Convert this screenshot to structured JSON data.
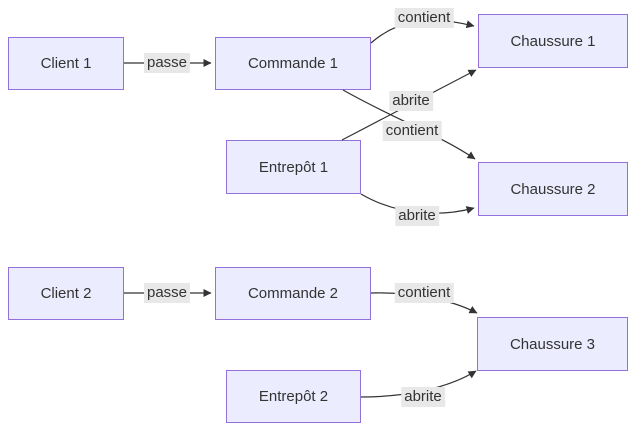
{
  "diagram": {
    "type": "flowchart-left-right",
    "nodes": [
      {
        "id": "client1",
        "label": "Client 1"
      },
      {
        "id": "commande1",
        "label": "Commande 1"
      },
      {
        "id": "chaussure1",
        "label": "Chaussure 1"
      },
      {
        "id": "entrepot1",
        "label": "Entrepôt 1"
      },
      {
        "id": "chaussure2",
        "label": "Chaussure 2"
      },
      {
        "id": "client2",
        "label": "Client 2"
      },
      {
        "id": "commande2",
        "label": "Commande 2"
      },
      {
        "id": "chaussure3",
        "label": "Chaussure 3"
      },
      {
        "id": "entrepot2",
        "label": "Entrepôt 2"
      }
    ],
    "edges": [
      {
        "from": "Client 1",
        "to": "Commande 1",
        "label": "passe"
      },
      {
        "from": "Commande 1",
        "to": "Chaussure 1",
        "label": "contient"
      },
      {
        "from": "Entrepôt 1",
        "to": "Chaussure 1",
        "label": "abrite"
      },
      {
        "from": "Commande 1",
        "to": "Chaussure 2",
        "label": "contient"
      },
      {
        "from": "Entrepôt 1",
        "to": "Chaussure 2",
        "label": "abrite"
      },
      {
        "from": "Client 2",
        "to": "Commande 2",
        "label": "passe"
      },
      {
        "from": "Commande 2",
        "to": "Chaussure 3",
        "label": "contient"
      },
      {
        "from": "Entrepôt 2",
        "to": "Chaussure 3",
        "label": "abrite"
      }
    ]
  },
  "colors": {
    "node-fill": "#ECECFF",
    "node-border": "#9370DB",
    "edge-color": "#333333",
    "label-bg": "#e8e8e8",
    "text-color": "#333333"
  }
}
